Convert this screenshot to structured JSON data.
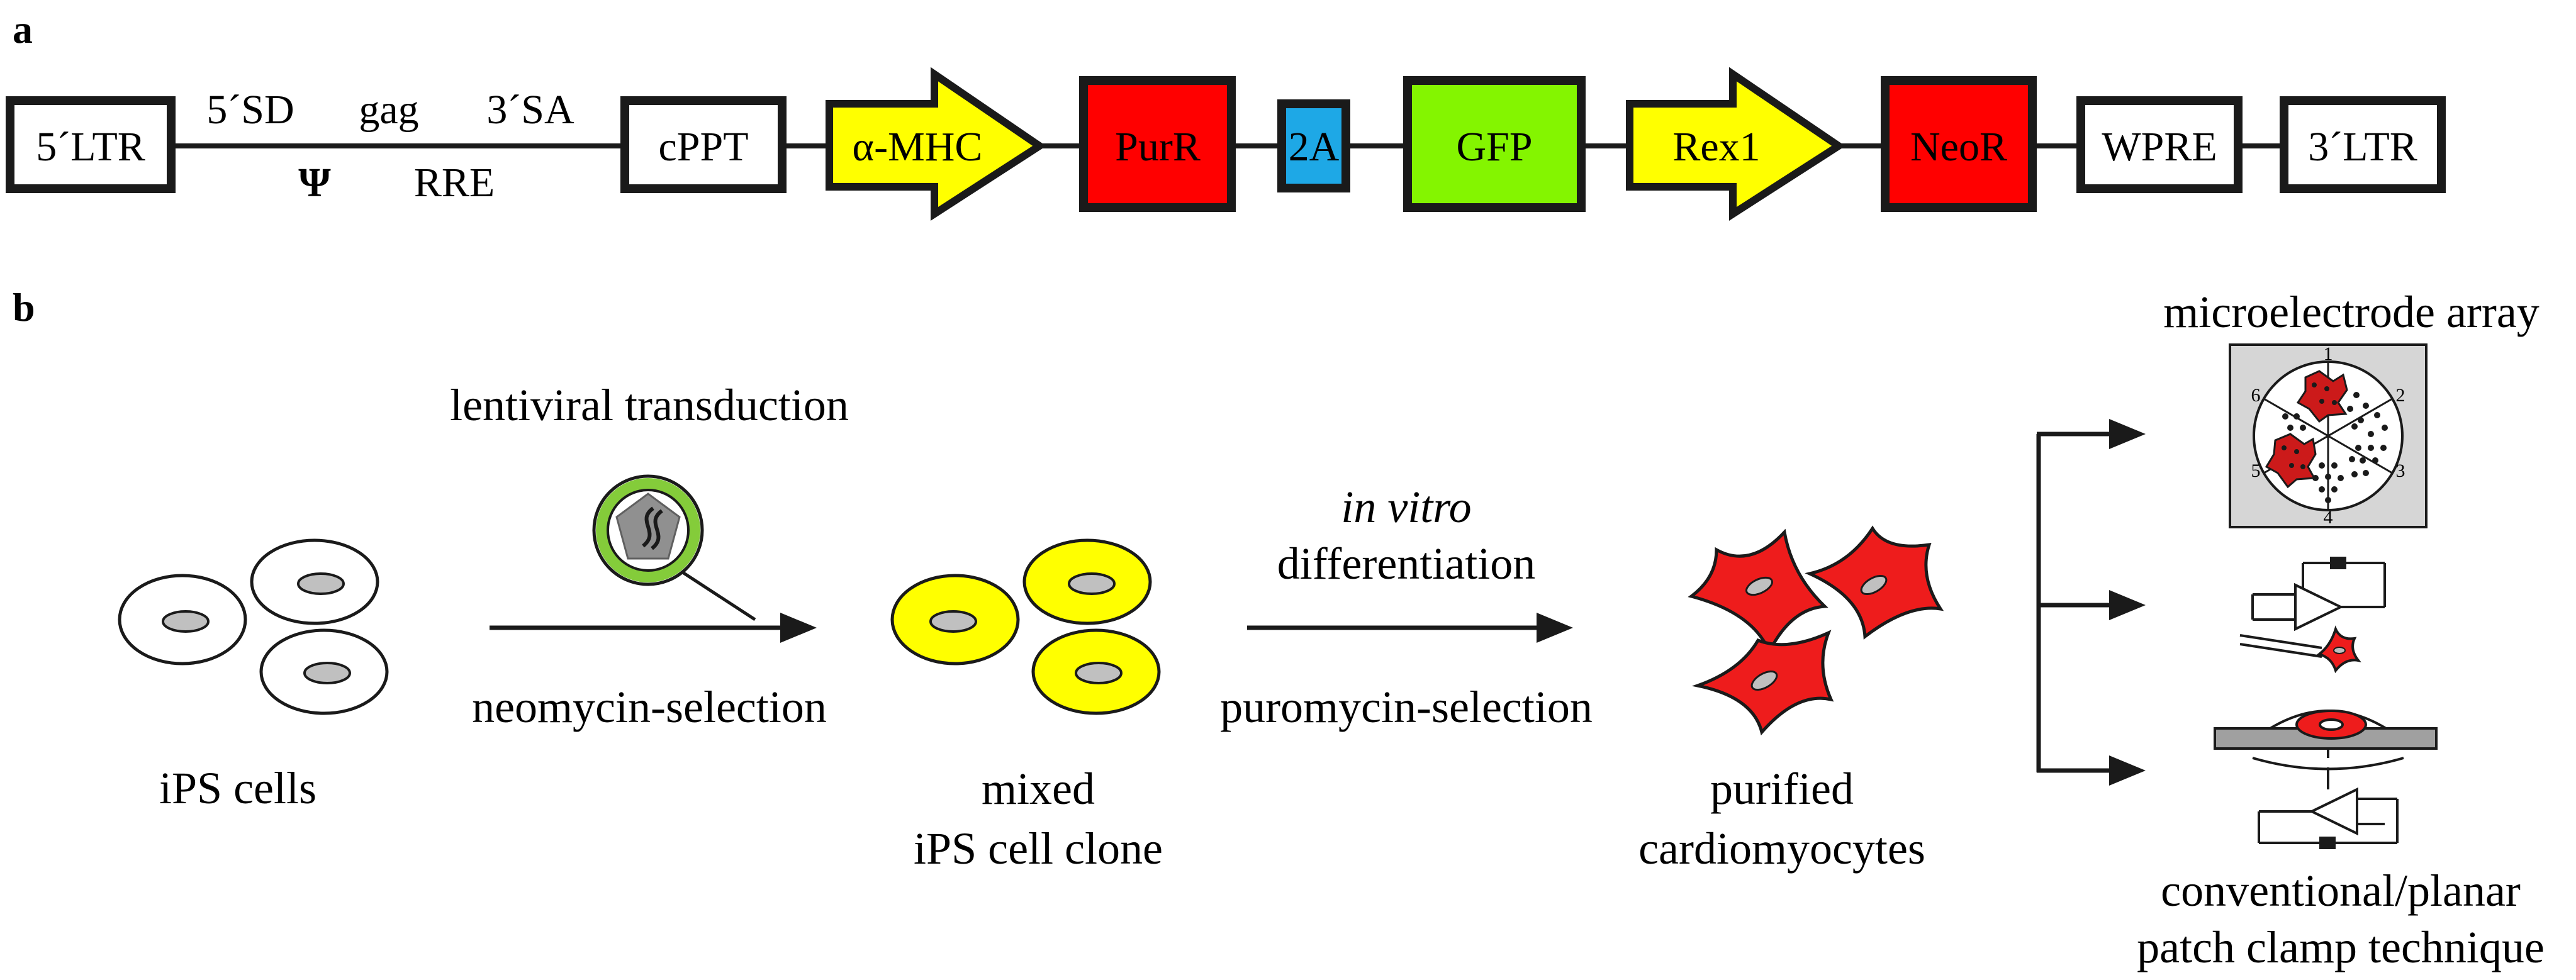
{
  "panel_a": {
    "label": "a",
    "elements": {
      "ltr5": "5´LTR",
      "sd5": "5´SD",
      "gag": "gag",
      "sa3": "3´SA",
      "psi": "Ψ",
      "rre": "RRE",
      "cppt": "cPPT",
      "amhc": "α-MHC",
      "purr": "PurR",
      "t2a": "2A",
      "gfp": "GFP",
      "rex1": "Rex1",
      "neor": "NeoR",
      "wpre": "WPRE",
      "ltr3": "3´LTR"
    },
    "colors": {
      "promoter_yellow": "#ffff00",
      "resistance_red": "#ff0000",
      "linker_blue": "#1ea8e6",
      "gfp_green": "#84f500"
    }
  },
  "panel_b": {
    "label": "b",
    "ips_cells": "iPS cells",
    "step1_top": "lentiviral transduction",
    "step1_bottom": "neomycin-selection",
    "mixed_line1": "mixed",
    "mixed_line2": "iPS cell clone",
    "step2_top_italic": "in vitro",
    "step2_top": "differentiation",
    "step2_bottom": "puromycin-selection",
    "purified_line1": "purified",
    "purified_line2": "cardiomyocytes",
    "mea_title": "microelectrode array",
    "mea_numbers": [
      "1",
      "2",
      "3",
      "4",
      "5",
      "6"
    ],
    "patch_line1": "conventional/planar",
    "patch_line2": "patch clamp technique",
    "colors": {
      "ips_nucleus": "#c0c0c0",
      "mixed_cell": "#ffff00",
      "cardiomyocyte": "#ee1c1c",
      "virus_ring": "#84cc3a",
      "mea_background": "#d6d6d6"
    }
  }
}
